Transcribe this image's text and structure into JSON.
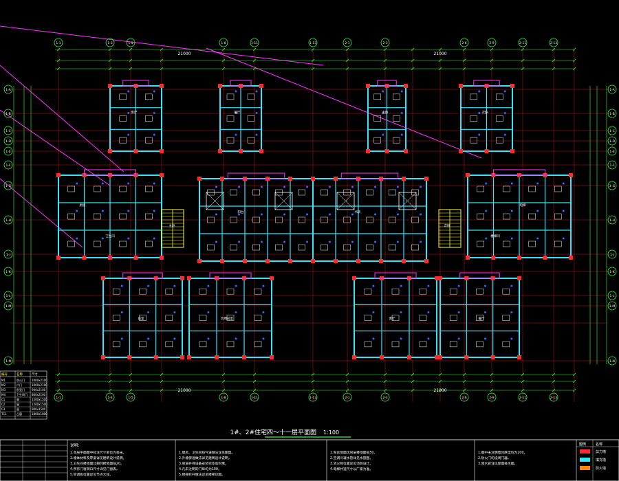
{
  "drawing": {
    "title": "1#、2#住宅四～十一层平面图",
    "scale": "1:100",
    "overall_dim_left": "21000",
    "overall_dim_right": "21000",
    "bottom_dim_left": "21000",
    "bottom_dim_right": "21000",
    "axis_top": [
      "1-1",
      "1-3",
      "1-5",
      "1-8",
      "1-11",
      "1-13",
      "2-1",
      "2-3",
      "2-6",
      "2-9",
      "2-11",
      "2-13"
    ],
    "axis_side": [
      "1-A",
      "1-B",
      "1-C",
      "1-D",
      "1-E",
      "1-F",
      "1-G",
      "1-H",
      "1-J",
      "1-K",
      "1-L",
      "1-M",
      "1-N"
    ],
    "room_labels": [
      "客厅",
      "餐厅",
      "主卧",
      "次卧",
      "厨房",
      "卫生间",
      "阳台",
      "书房",
      "电梯",
      "楼梯间",
      "前室",
      "合用前室"
    ]
  },
  "legend_table": {
    "header": [
      "编号",
      "名称",
      "尺寸"
    ],
    "rows": [
      [
        "M1",
        "防火门",
        "1000x2100"
      ],
      [
        "M2",
        "户门",
        "1000x2100"
      ],
      [
        "M3",
        "卧室门",
        "900x2100"
      ],
      [
        "M4",
        "卫生间门",
        "800x2100"
      ],
      [
        "C1",
        "窗",
        "1500x1500"
      ],
      [
        "C2",
        "窗",
        "1200x1500"
      ],
      [
        "C3",
        "窗",
        "900x1500"
      ],
      [
        "TC1",
        "凸窗",
        "1800x1800"
      ]
    ]
  },
  "notes": {
    "heading": "说明：",
    "col1": [
      "1.本层平面图中标注尺寸单位为毫米。",
      "2.墙体材料及厚度详见建筑设计说明。",
      "3.卫生间楼地面比相邻楼地面低20。",
      "4.所有门窗洞口尺寸详见门窗表。",
      "5.空调板位置详见节点大样。"
    ],
    "col2": [
      "1.厨房、卫生间排气道做法详见图集。",
      "2.外墙保温做法详见建筑设计说明。",
      "3.管道井待设备安装完毕后封堵。",
      "4.凡未注明的门垛均为100。",
      "5.楼梯栏杆做法详见楼梯详图。"
    ],
    "col3": [
      "1.阳台地面比同层楼地面低50。",
      "2.空调冷凝水管详见水施图。",
      "3.消火栓位置详见消防设计。",
      "4.电梯井道尺寸以厂家为准。"
    ],
    "col4": [
      "1.图中未注明墙体厚度均为200。",
      "2.防火门均设闭门器。",
      "3.雨水管详见屋面排水图。"
    ]
  },
  "legend_box": {
    "header": [
      "图例",
      "名称"
    ],
    "items": [
      "剪力墙",
      "填充墙",
      "防火墙"
    ],
    "colors": [
      "#ff2a2a",
      "#33e6ff",
      "#ff8800"
    ]
  },
  "colors": {
    "background": "#000000",
    "grid": "#ff2020",
    "dim": "#33ff33",
    "wall": "#33e6ff",
    "leader": "#ff33ff",
    "text": "#ffffff",
    "symbol": "#2d6bff",
    "stair": "#ffff33"
  }
}
